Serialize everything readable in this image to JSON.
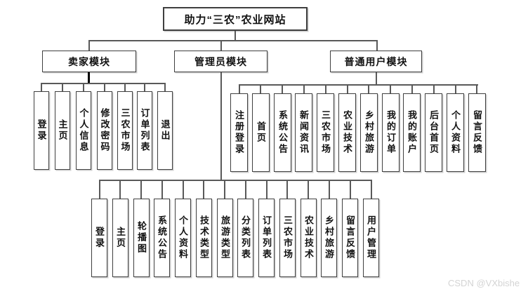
{
  "diagram": {
    "root": {
      "label": "助力“三农”农业网站"
    },
    "modules": [
      {
        "label": "卖家模块",
        "children": [
          "登录",
          "主页",
          "个人信息",
          "修改密码",
          "三农市场",
          "订单列表",
          "退出"
        ]
      },
      {
        "label": "管理员模块",
        "children": [
          "登录",
          "主页",
          "轮播图",
          "系统公告",
          "个人资料",
          "技术类型",
          "旅游类型",
          "分类列表",
          "订单列表",
          "三农市场",
          "农业技术",
          "乡村旅游",
          "留言反馈",
          "用户管理"
        ]
      },
      {
        "label": "普通用户模块",
        "children": [
          "注册登录",
          "首页",
          "系统公告",
          "新闻资讯",
          "三农市场",
          "农业技术",
          "乡村旅游",
          "我的订单",
          "我的账户",
          "后台首页",
          "个人资料",
          "留言反馈"
        ]
      }
    ]
  },
  "watermark": "CSDN @VXbishe",
  "colors": {
    "box_border": "#3f3f3f",
    "line": "#595959",
    "thick_line": "#000000",
    "text": "#111111",
    "watermark": "#d4d4d4",
    "background": "#ffffff"
  }
}
